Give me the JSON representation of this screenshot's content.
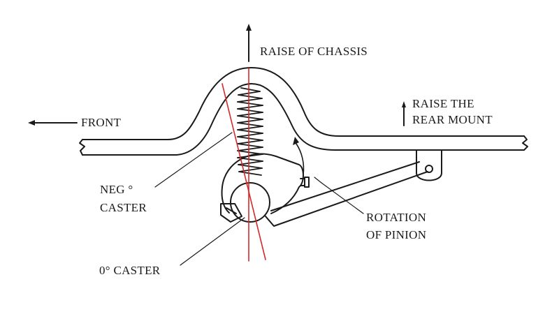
{
  "labels": {
    "raise_chassis": "RAISE OF CHASSIS",
    "front": "FRONT",
    "raise_rear_1": "RAISE THE",
    "raise_rear_2": "REAR MOUNT",
    "neg_caster_1": "NEG °",
    "neg_caster_2": "CASTER",
    "rotation_1": "ROTATION",
    "rotation_2": "OF PINION",
    "zero_caster": "0° CASTER"
  },
  "colors": {
    "ink": "#1a1a1a",
    "caster_lines": "#d42a2a",
    "background": "#ffffff"
  }
}
